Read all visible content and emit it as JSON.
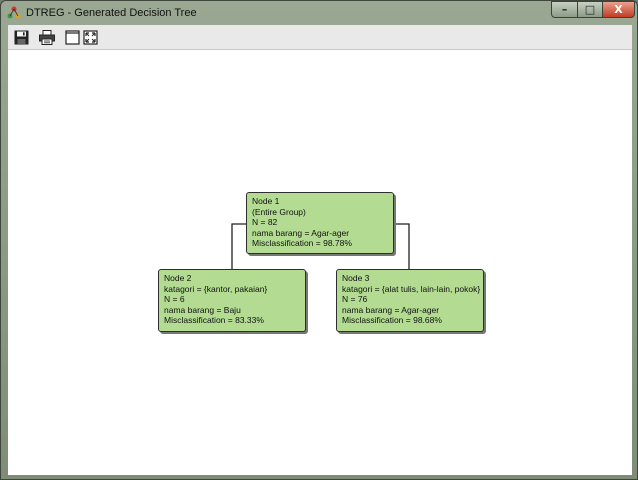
{
  "window": {
    "title": "DTREG - Generated Decision Tree",
    "controls": {
      "minimize": "–",
      "maximize": "□",
      "close": "X"
    }
  },
  "toolbar": {
    "buttons": [
      {
        "name": "save-button",
        "icon": "floppy-disk-icon"
      },
      {
        "name": "print-button",
        "icon": "printer-icon"
      },
      {
        "name": "normal-view-button",
        "icon": "window-icon"
      },
      {
        "name": "fit-view-button",
        "icon": "fit-window-icon"
      }
    ]
  },
  "tree": {
    "root": {
      "title": "Node 1",
      "condition": "(Entire Group)",
      "n": "N = 82",
      "target": "nama barang = Agar-ager",
      "misclassification": "Misclassification = 98.78%"
    },
    "left": {
      "title": "Node 2",
      "condition": "katagori = {kantor, pakaian}",
      "n": "N = 6",
      "target": "nama barang = Baju",
      "misclassification": "Misclassification = 83.33%"
    },
    "right": {
      "title": "Node 3",
      "condition": "katagori = {alat tulis, lain-lain, pokok}",
      "n": "N = 76",
      "target": "nama barang = Agar-ager",
      "misclassification": "Misclassification = 98.68%"
    }
  },
  "colors": {
    "node_fill": "#b3dc92",
    "node_border": "#2f2f2f",
    "close_button": "#c23c22"
  }
}
